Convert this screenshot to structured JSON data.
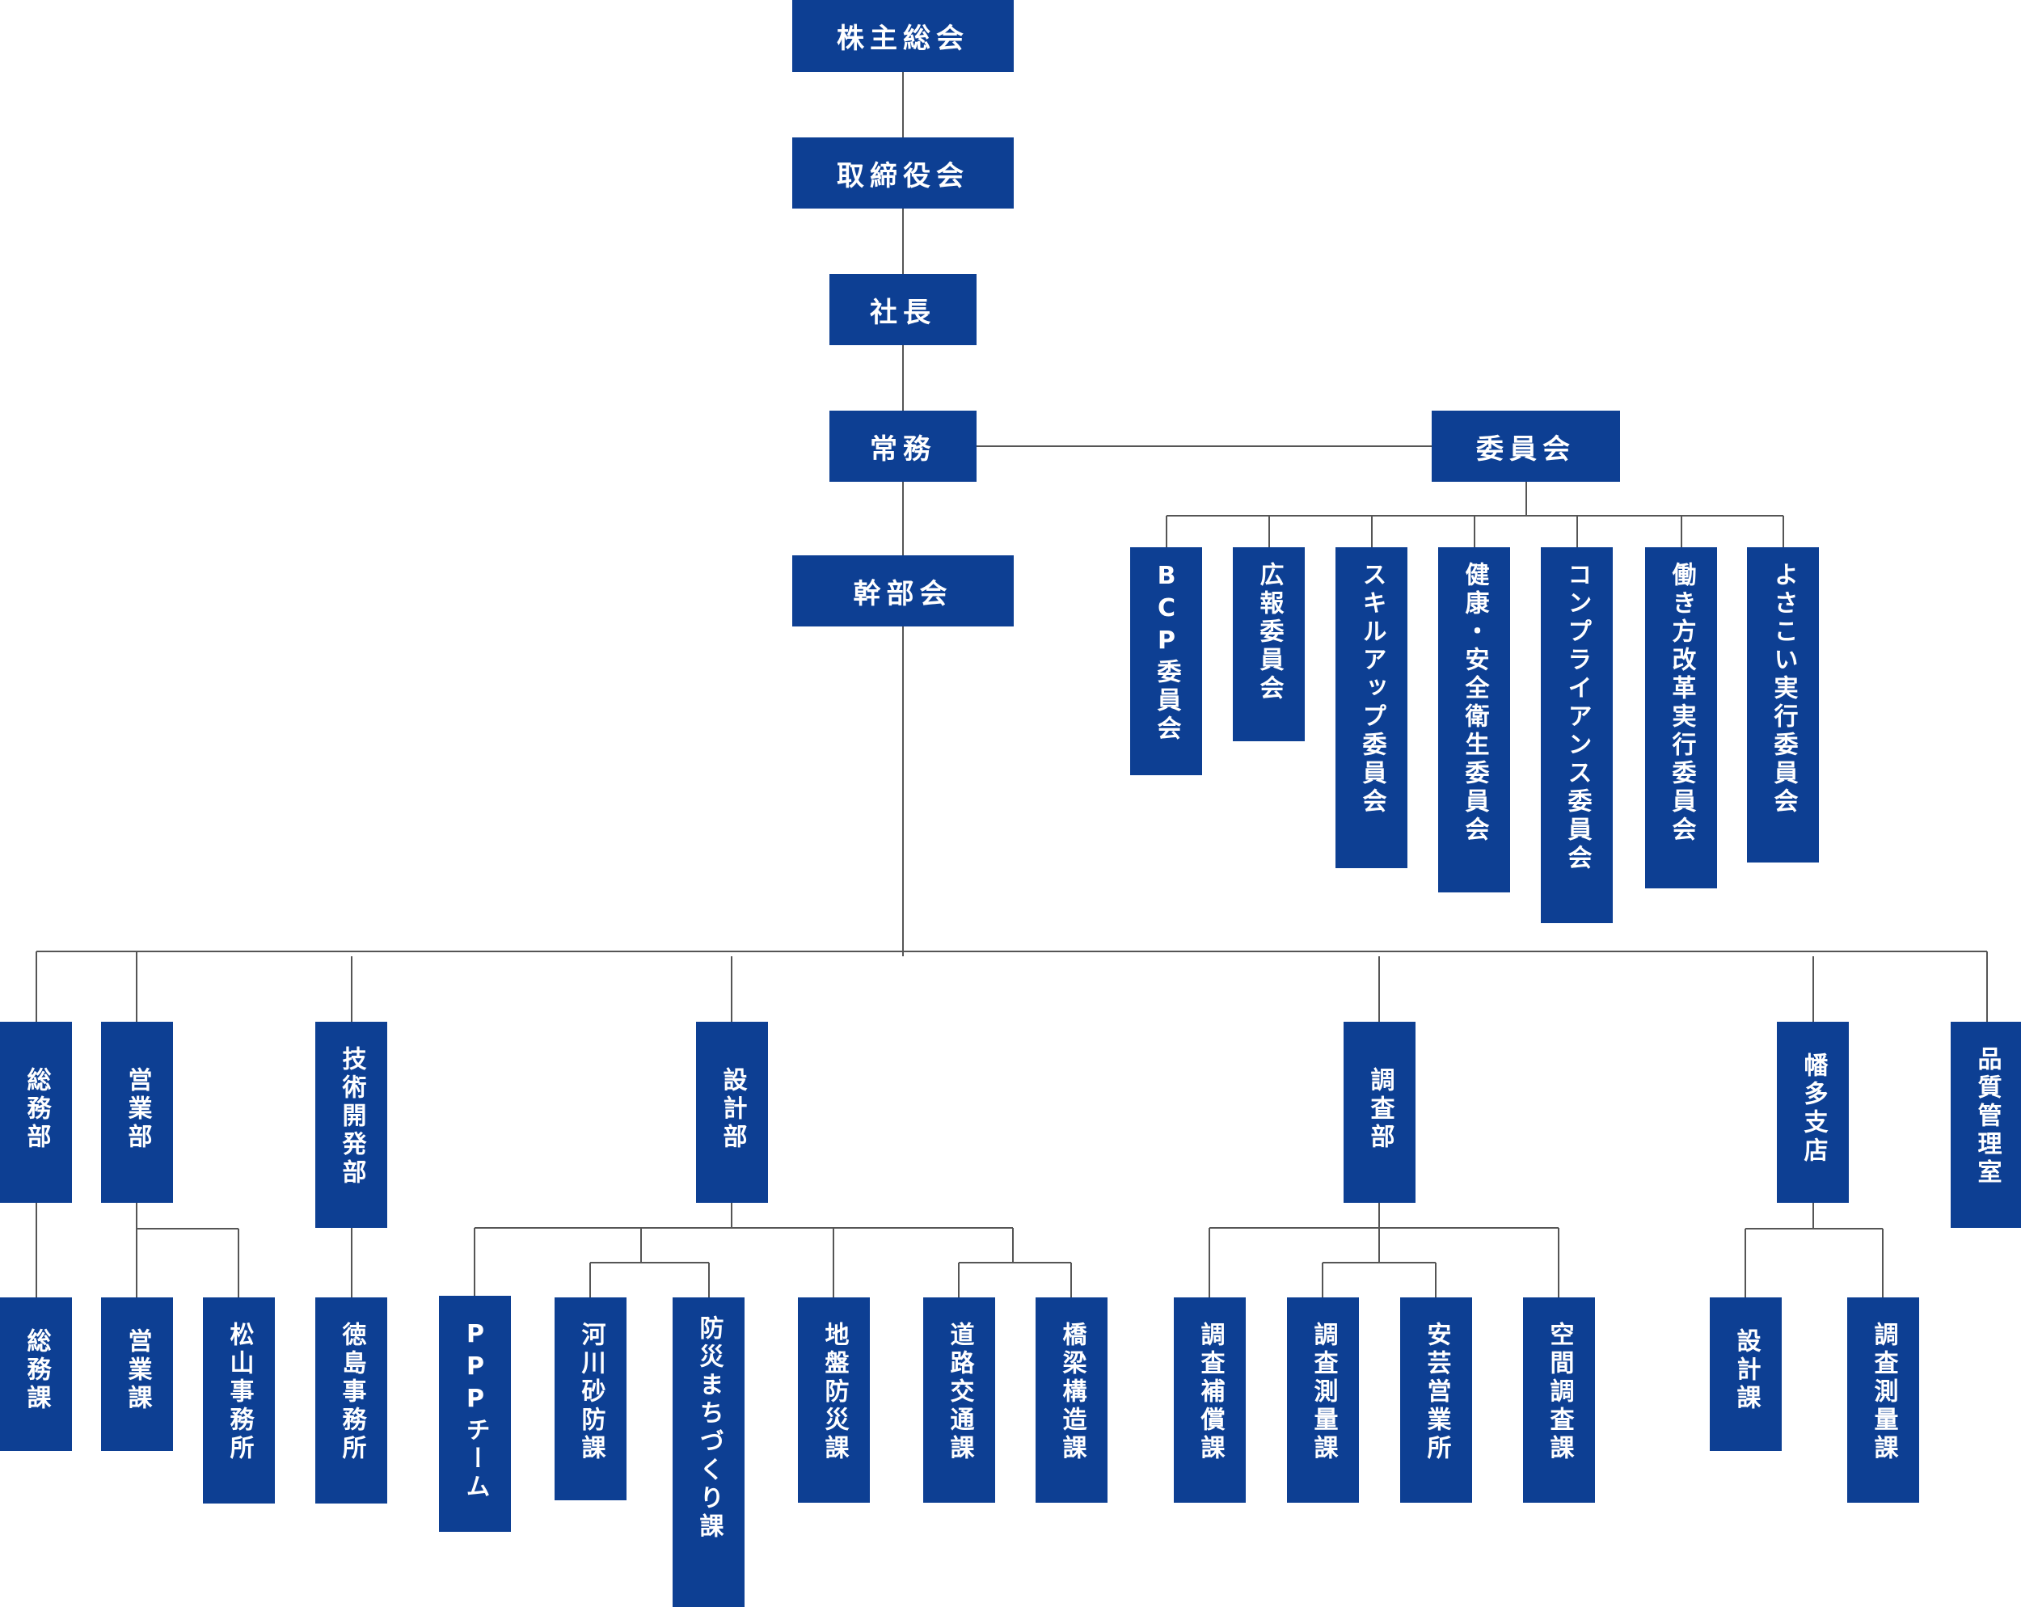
{
  "colors": {
    "box": "#0d3f93",
    "text": "#ffffff",
    "line": "#555555"
  },
  "top": {
    "shareholders": "株主総会",
    "board": "取締役会",
    "president": "社長",
    "managing": "常務",
    "executive": "幹部会",
    "committee": "委員会"
  },
  "committees": [
    "BCP委員会",
    "広報委員会",
    "スキルアップ委員会",
    "健康・安全衛生委員会",
    "コンプライアンス委員会",
    "働き方改革実行委員会",
    "よさこい実行委員会"
  ],
  "departments": {
    "general": "総務部",
    "sales": "営業部",
    "tech": "技術開発部",
    "design": "設計部",
    "survey": "調査部",
    "hata": "幡多支店",
    "quality": "品質管理室"
  },
  "sections": {
    "general_section": "総務課",
    "sales_section": "営業課",
    "matsuyama": "松山事務所",
    "tokushima": "徳島事務所",
    "ppp": "PPPチーム",
    "river": "河川砂防課",
    "bousai_machi": "防災まちづくり課",
    "ground": "地盤防災課",
    "road": "道路交通課",
    "bridge": "橋梁構造課",
    "compensation": "調査補償課",
    "surveying": "調査測量課",
    "aki": "安芸営業所",
    "spatial": "空間調査課",
    "hata_design": "設計課",
    "hata_survey": "調査測量課"
  }
}
